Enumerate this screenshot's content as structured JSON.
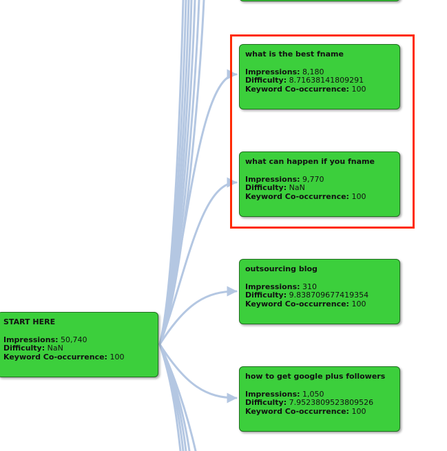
{
  "labels": {
    "impressions": "Impressions:",
    "difficulty": "Difficulty:",
    "cooccurrence": "Keyword Co-occurrence:"
  },
  "root": {
    "title": "START HERE",
    "impressions": "50,740",
    "difficulty": "NaN",
    "cooccurrence": "100"
  },
  "nodes": [
    {
      "title": "what is the best fname",
      "impressions": "8,180",
      "difficulty": "8.71638141809291",
      "cooccurrence": "100"
    },
    {
      "title": "what can happen if you fname",
      "impressions": "9,770",
      "difficulty": "NaN",
      "cooccurrence": "100"
    },
    {
      "title": "outsourcing blog",
      "impressions": "310",
      "difficulty": "9.838709677419354",
      "cooccurrence": "100"
    },
    {
      "title": "how to get google plus followers",
      "impressions": "1,050",
      "difficulty": "7.9523809523809526",
      "cooccurrence": "100"
    }
  ],
  "colors": {
    "node_fill": "#3ccf3c",
    "node_border": "#1f6e1f",
    "edge": "#b4c7e2",
    "highlight": "#ff2a00"
  }
}
